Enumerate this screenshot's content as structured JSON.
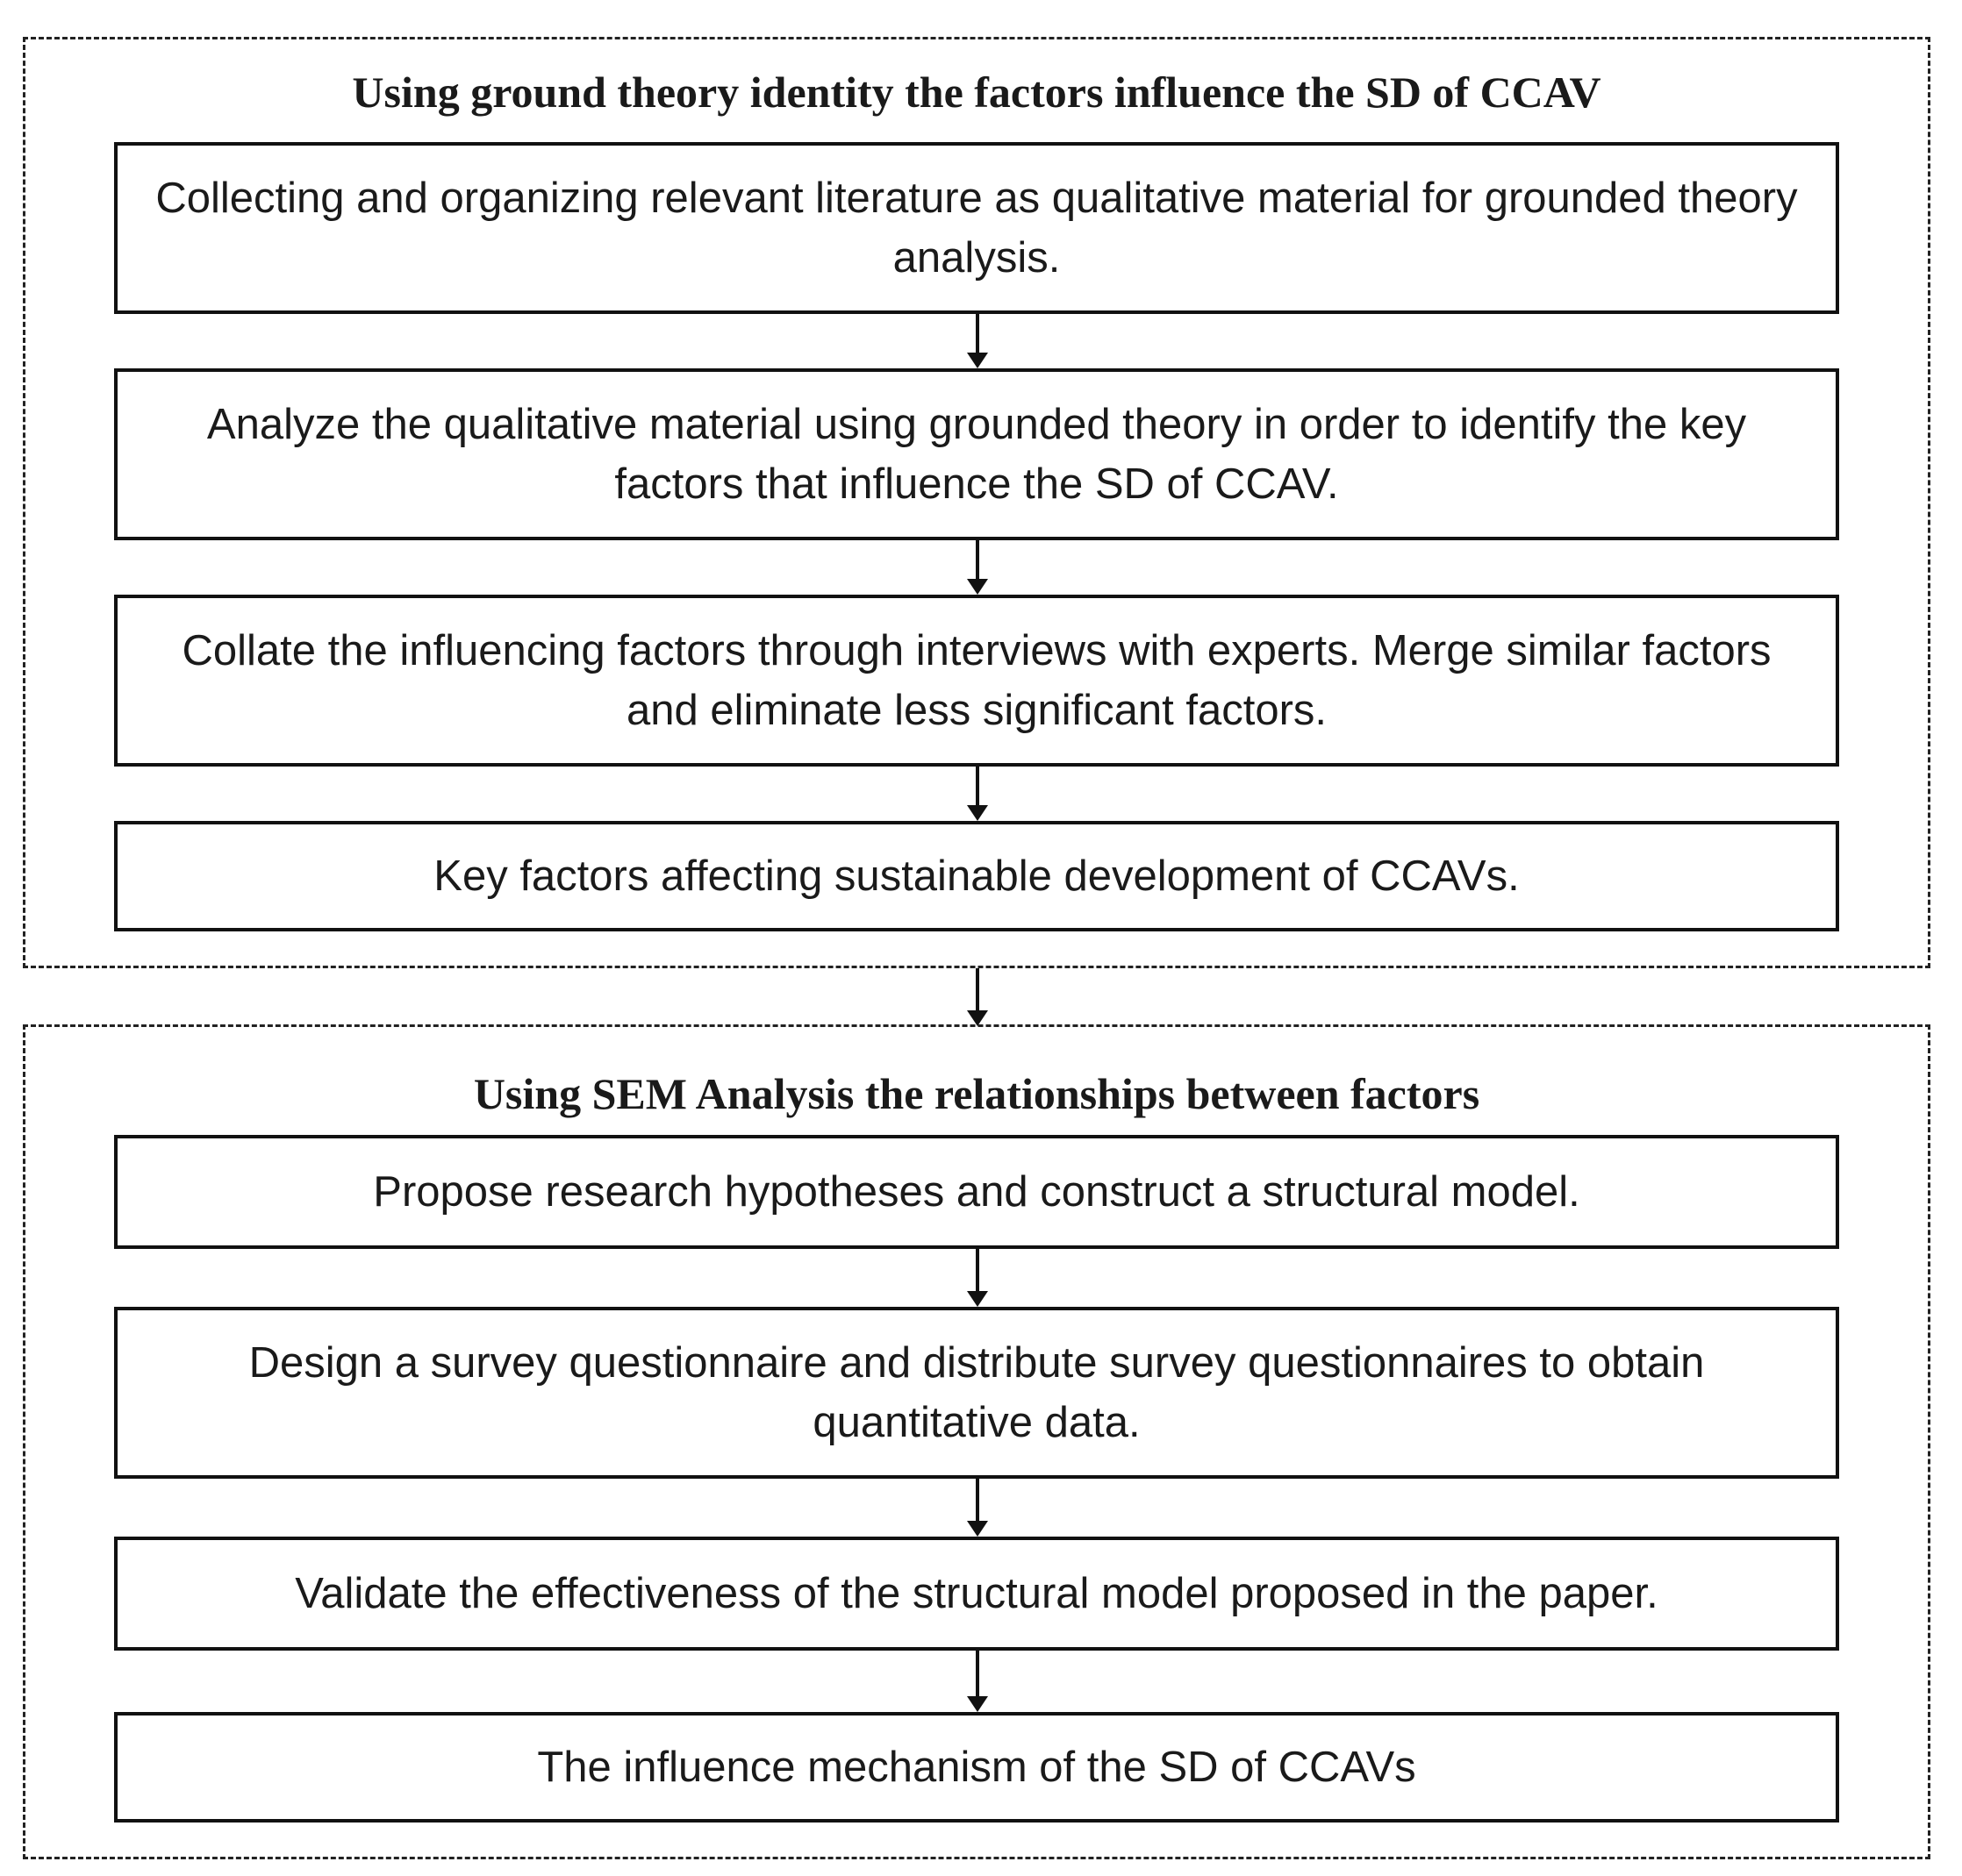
{
  "section1": {
    "title": "Using ground theory identity the factors influence the SD of CCAV",
    "steps": [
      "Collecting and organizing relevant literature as qualitative material for grounded theory analysis.",
      "Analyze the qualitative material using grounded theory in order to identify the key factors that influence the SD of CCAV.",
      "Collate the influencing factors through interviews with experts. Merge similar factors and eliminate less significant factors.",
      "Key factors affecting sustainable development of CCAVs."
    ]
  },
  "section2": {
    "title": "Using SEM Analysis the relationships between factors",
    "steps": [
      "Propose research hypotheses and construct a structural model.",
      "Design a survey questionnaire and distribute survey questionnaires to obtain quantitative data.",
      "Validate the effectiveness of the structural model proposed in the paper.",
      "The influence mechanism of the SD of CCAVs"
    ]
  }
}
